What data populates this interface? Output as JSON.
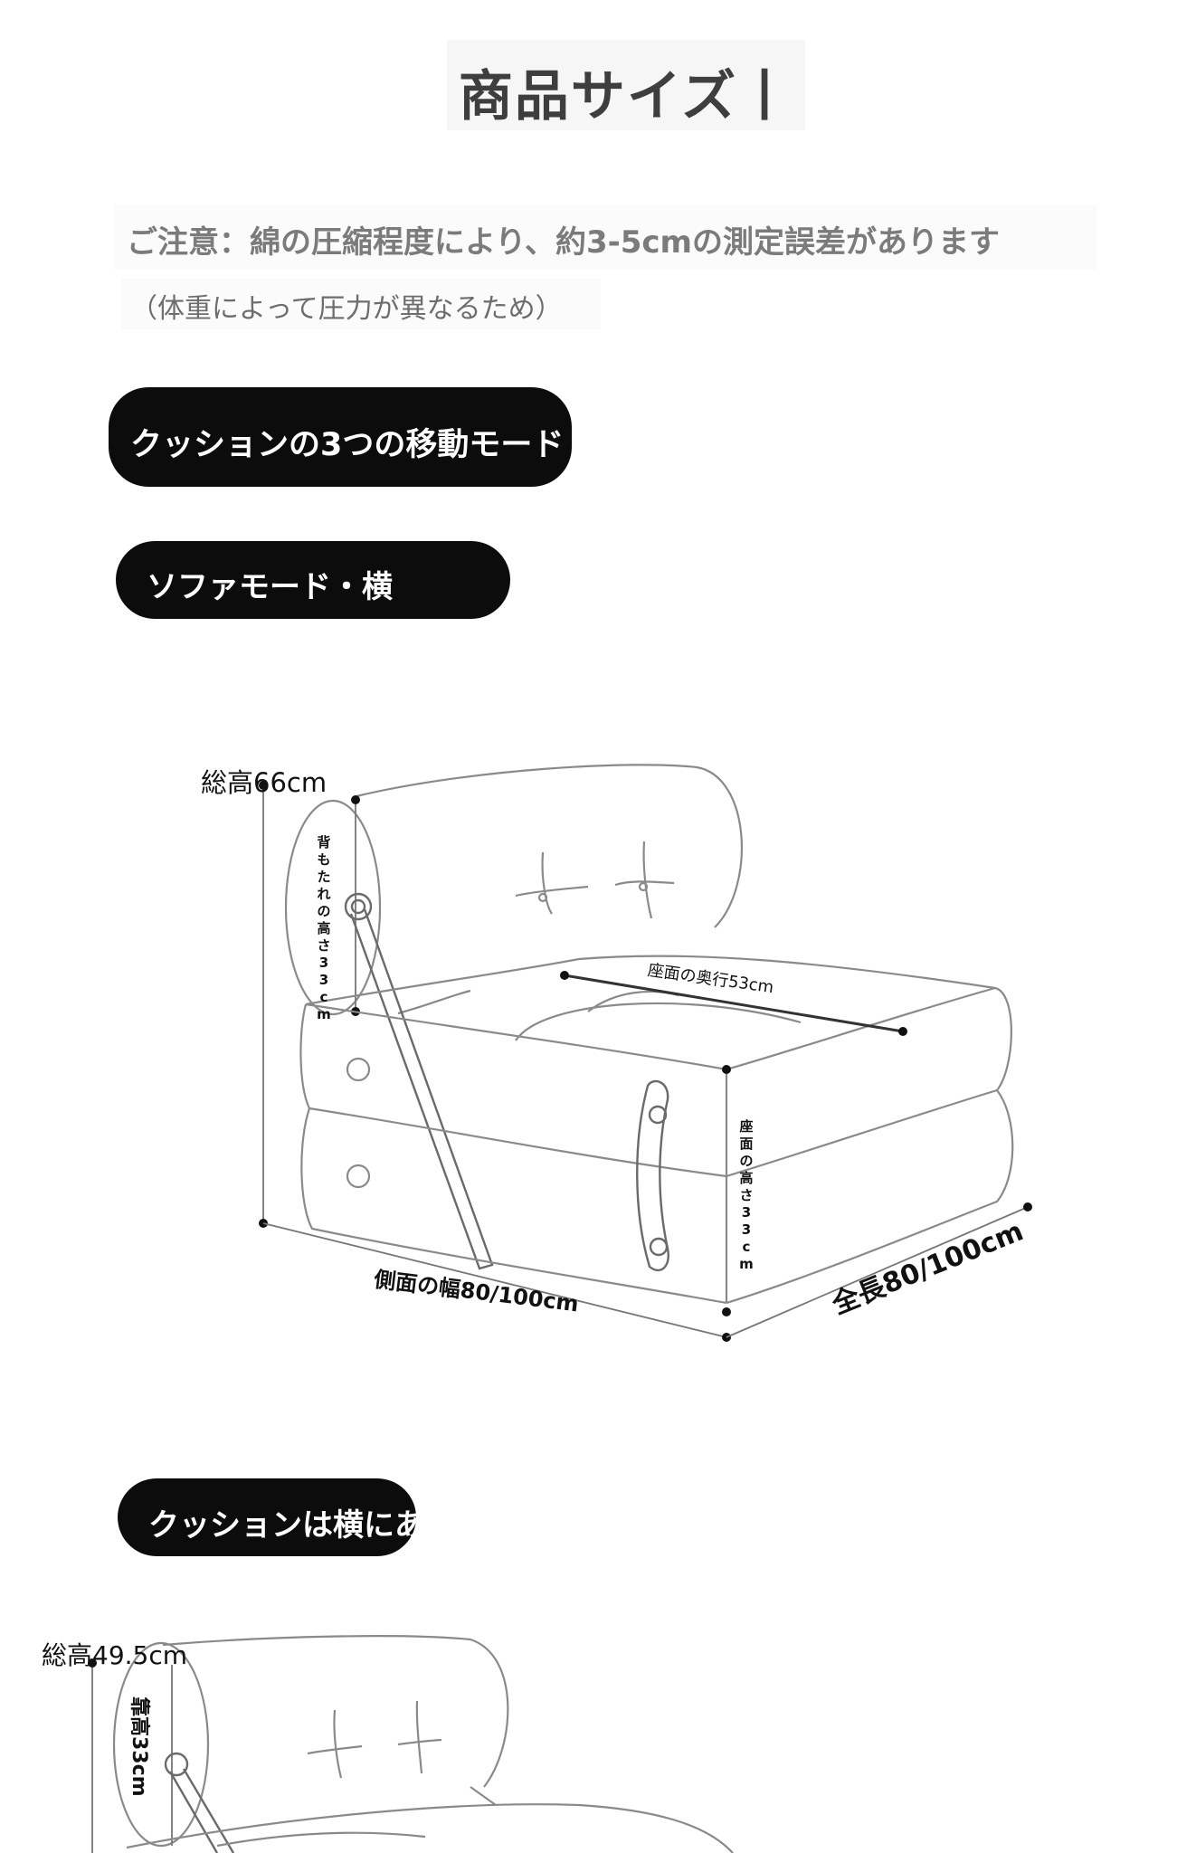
{
  "header": {
    "title": "商品サイズ丨"
  },
  "notes": {
    "line1": "ご注意：綿の圧縮程度により、約3-5cmの測定誤差があります",
    "line2": "（体重によって圧力が異なるため）"
  },
  "sections": {
    "modes_label": "クッションの3つの移動モード",
    "sofa_label": "ソファモード・横",
    "cushion_label": "クッションは横にあります"
  },
  "diagram1": {
    "total_height": "総高66cm",
    "back_height": "背もたれの高さ33cm",
    "seat_depth": "座面の奥行53cm",
    "seat_height": "座面の高さ33cm",
    "side_width": "側面の幅80/100cm",
    "total_length": "全長80/100cm"
  },
  "diagram2": {
    "total_height": "総高49.5cm",
    "back_height": "靠高33cm"
  }
}
